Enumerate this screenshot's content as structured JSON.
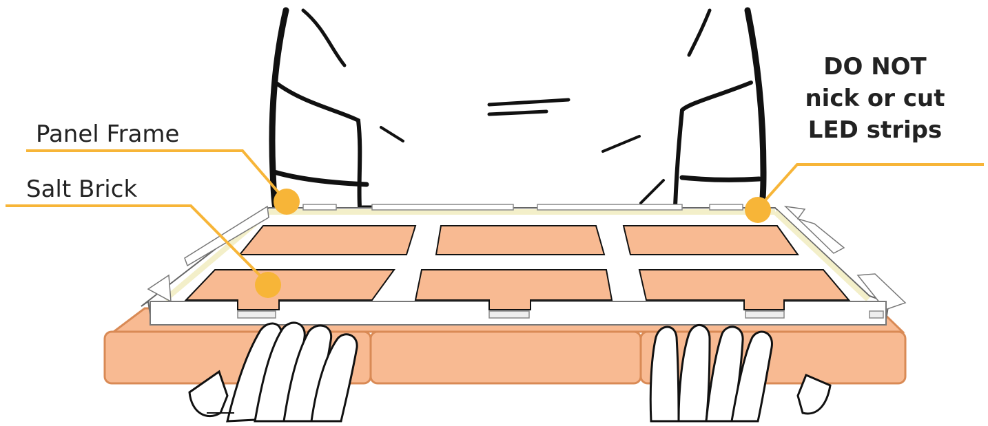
{
  "labels": {
    "panel_frame": "Panel Frame",
    "salt_brick": "Salt Brick"
  },
  "warning": {
    "line1": "DO NOT",
    "line2": "nick or cut",
    "line3": "LED strips"
  },
  "colors": {
    "callout": "#F7B538",
    "salt": "#F8BA92",
    "salt_edge": "#D98A55",
    "ink": "#111111",
    "frame": "#FFFFFF",
    "led": "#F3EFC9"
  }
}
